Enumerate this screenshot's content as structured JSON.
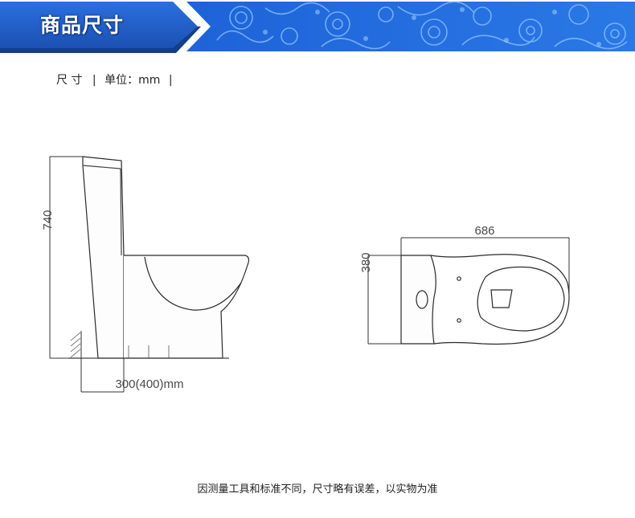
{
  "header": {
    "title": "商品尺寸",
    "accent_color": "#1f5fc8",
    "pattern_color": "#2f7ae0"
  },
  "unit_line": {
    "label": "尺 寸",
    "separator_left": "|",
    "unit": "单位：mm",
    "separator_right": "|"
  },
  "side_view": {
    "height_label": "740",
    "depth_label": "300(400)mm"
  },
  "top_view": {
    "width_label": "686",
    "depth_label": "380"
  },
  "footer": {
    "note": "因测量工具和标准不同，尺寸略有误差，以实物为准"
  }
}
